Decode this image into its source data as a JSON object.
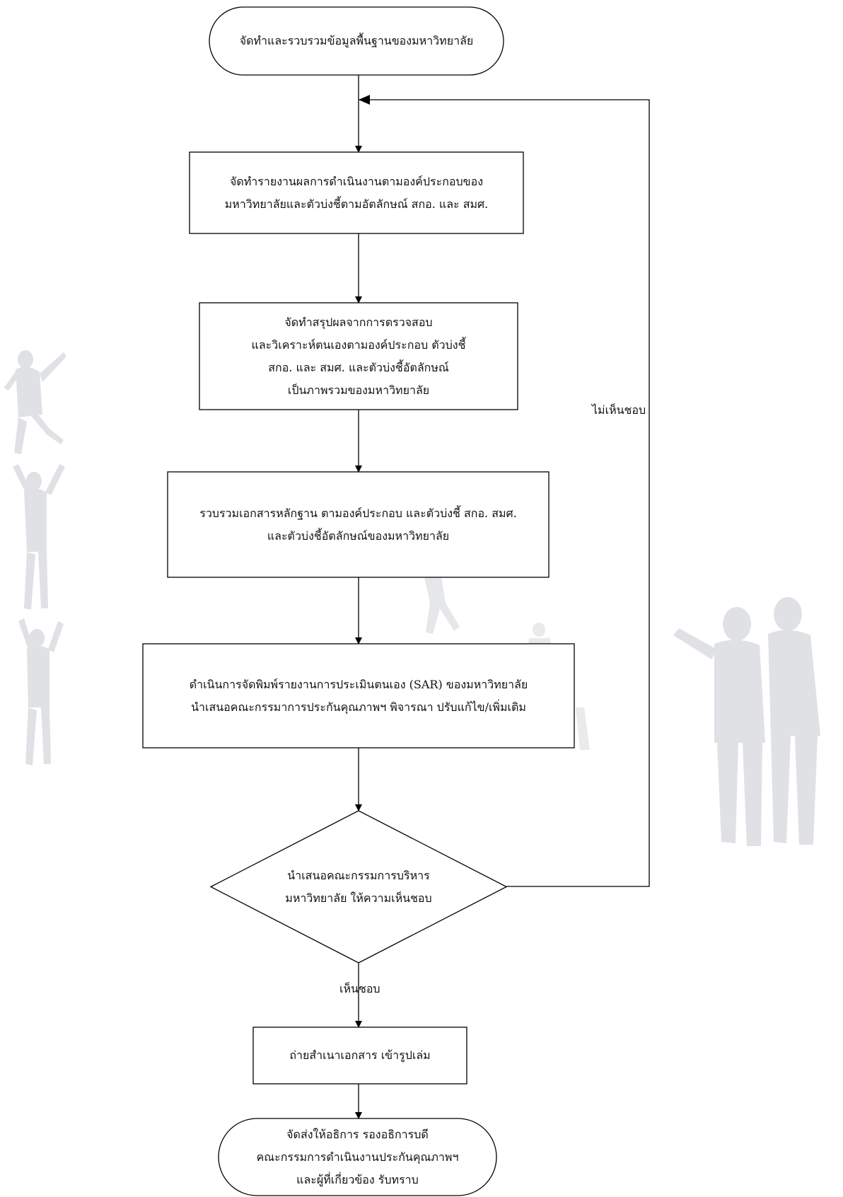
{
  "nodes": [
    {
      "id": "start",
      "shape": "terminal",
      "lines": [
        "จัดทำและรวบรวมข้อมูลพื้นฐานของมหาวิทยาลัย"
      ]
    },
    {
      "id": "report",
      "shape": "process",
      "lines": [
        "จัดทำรายงานผลการดำเนินงานตามองค์ประกอบของ",
        "มหาวิทยาลัยและตัวบ่งชี้ตามอัตลักษณ์ สกอ. และ สมศ."
      ]
    },
    {
      "id": "summary",
      "shape": "process",
      "lines": [
        "จัดทำสรุปผลจากการตรวจสอบ",
        "และวิเคราะห์ตนเองตามองค์ประกอบ ตัวบ่งชี้",
        "สกอ. และ สมศ. และตัวบ่งชี้อัตลักษณ์",
        "เป็นภาพรวมของมหาวิทยาลัย"
      ]
    },
    {
      "id": "collect",
      "shape": "process",
      "lines": [
        "รวบรวมเอกสารหลักฐาน ตามองค์ประกอบ และตัวบ่งชี้ สกอ. สมศ.",
        "และตัวบ่งชี้อัตลักษณ์ของมหาวิทยาลัย"
      ]
    },
    {
      "id": "print",
      "shape": "process",
      "lines": [
        "ดำเนินการจัดพิมพ์รายงานการประเมินตนเอง (SAR) ของมหาวิทยาลัย",
        "นำเสนอคณะกรรมาการประกันคุณภาพฯ พิจารณา ปรับแก้ไข/เพิ่มเติม"
      ]
    },
    {
      "id": "decision",
      "shape": "decision",
      "lines": [
        "นำเสนอคณะกรรมการบริหาร",
        "มหาวิทยาลัย ให้ความเห็นชอบ"
      ]
    },
    {
      "id": "copy",
      "shape": "process",
      "lines": [
        "ถ่ายสำเนาเอกสาร เข้ารูปเล่ม"
      ]
    },
    {
      "id": "end",
      "shape": "terminal",
      "lines": [
        "จัดส่งให้อธิการ รองอธิการบดี",
        "คณะกรรมการดำเนินงานประกันคุณภาพฯ",
        "และผู้ที่เกี่ยวข้อง รับทราบ"
      ]
    }
  ],
  "edges": [
    {
      "from": "start",
      "to": "report"
    },
    {
      "from": "report",
      "to": "summary"
    },
    {
      "from": "summary",
      "to": "collect"
    },
    {
      "from": "collect",
      "to": "print"
    },
    {
      "from": "print",
      "to": "decision"
    },
    {
      "from": "decision",
      "to": "copy",
      "label": "เห็นชอบ"
    },
    {
      "from": "copy",
      "to": "end"
    },
    {
      "from": "decision",
      "to": "report",
      "label": "ไม่เห็นชอบ"
    }
  ]
}
